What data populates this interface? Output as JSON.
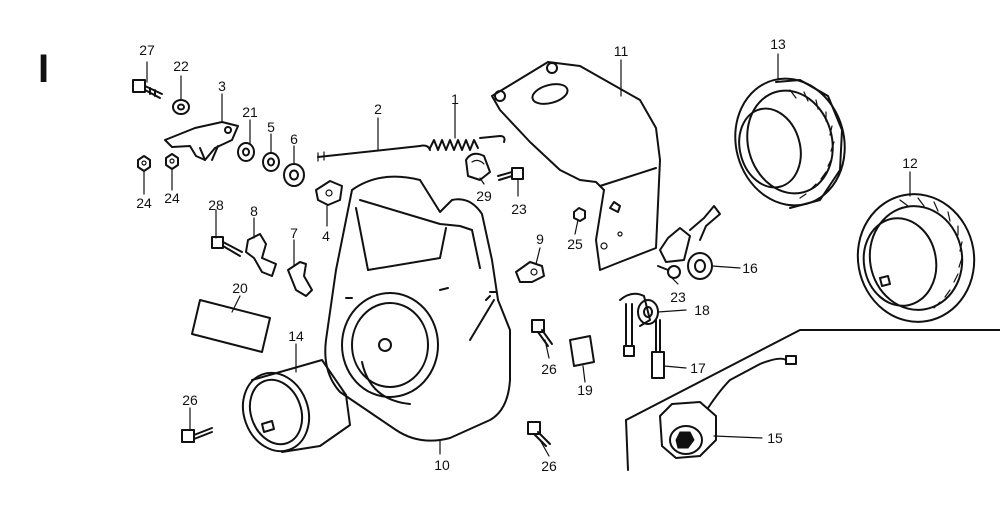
{
  "section_label": "I",
  "callouts": [
    {
      "id": "c1",
      "text": "1"
    },
    {
      "id": "c2",
      "text": "2"
    },
    {
      "id": "c3",
      "text": "3"
    },
    {
      "id": "c4",
      "text": "4"
    },
    {
      "id": "c5",
      "text": "5"
    },
    {
      "id": "c6",
      "text": "6"
    },
    {
      "id": "c7",
      "text": "7"
    },
    {
      "id": "c8",
      "text": "8"
    },
    {
      "id": "c9",
      "text": "9"
    },
    {
      "id": "c10",
      "text": "10"
    },
    {
      "id": "c11",
      "text": "11"
    },
    {
      "id": "c12",
      "text": "12"
    },
    {
      "id": "c13",
      "text": "13"
    },
    {
      "id": "c14",
      "text": "14"
    },
    {
      "id": "c15",
      "text": "15"
    },
    {
      "id": "c16",
      "text": "16"
    },
    {
      "id": "c17",
      "text": "17"
    },
    {
      "id": "c18",
      "text": "18"
    },
    {
      "id": "c19",
      "text": "19"
    },
    {
      "id": "c20",
      "text": "20"
    },
    {
      "id": "c21",
      "text": "21"
    },
    {
      "id": "c22",
      "text": "22"
    },
    {
      "id": "c23a",
      "text": "23"
    },
    {
      "id": "c23b",
      "text": "23"
    },
    {
      "id": "c24a",
      "text": "24"
    },
    {
      "id": "c24b",
      "text": "24"
    },
    {
      "id": "c25",
      "text": "25"
    },
    {
      "id": "c26a",
      "text": "26"
    },
    {
      "id": "c26b",
      "text": "26"
    },
    {
      "id": "c26c",
      "text": "26"
    },
    {
      "id": "c27",
      "text": "27"
    },
    {
      "id": "c28",
      "text": "28"
    },
    {
      "id": "c29",
      "text": "29"
    }
  ]
}
